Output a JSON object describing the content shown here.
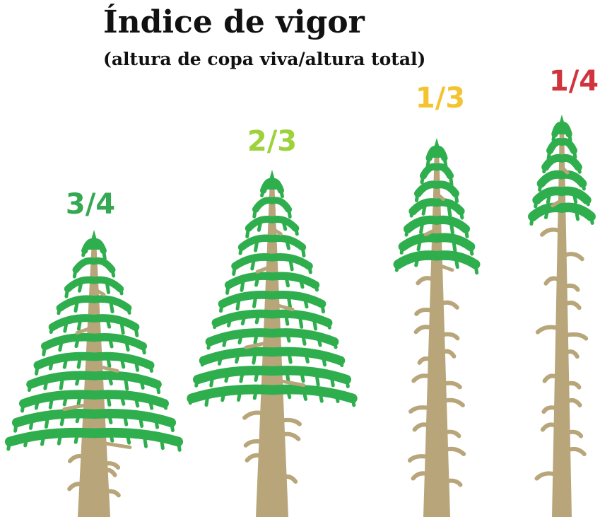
{
  "title": "Índice de vigor",
  "subtitle": "(altura de copa viva/altura total)",
  "colors": {
    "trunk": "#b8a67a",
    "foliage": "#2fae4e"
  },
  "trees": [
    {
      "label": "3/4",
      "label_color": "#35a853",
      "live_crown_ratio": 0.75
    },
    {
      "label": "2/3",
      "label_color": "#9ed23c",
      "live_crown_ratio": 0.6667
    },
    {
      "label": "1/3",
      "label_color": "#f4c430",
      "live_crown_ratio": 0.3333
    },
    {
      "label": "1/4",
      "label_color": "#d0343d",
      "live_crown_ratio": 0.25
    }
  ]
}
